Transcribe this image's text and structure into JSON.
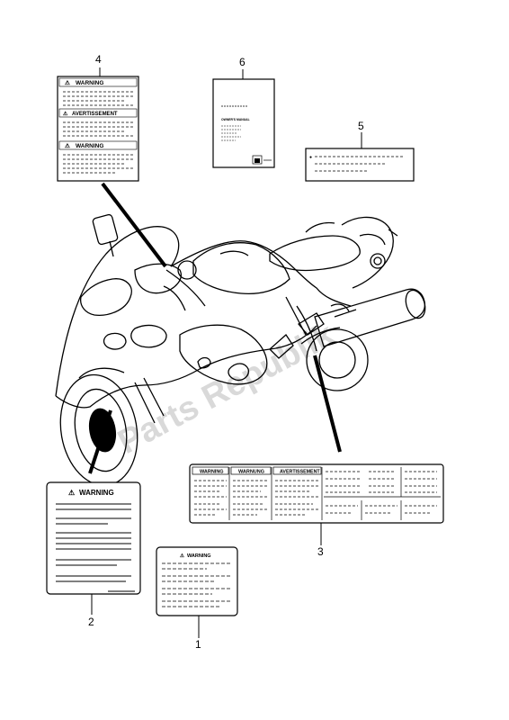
{
  "watermark": {
    "text": "Parts Republik"
  },
  "callouts": [
    {
      "id": "1",
      "text": "1"
    },
    {
      "id": "2",
      "text": "2"
    },
    {
      "id": "3",
      "text": "3"
    },
    {
      "id": "4",
      "text": "4"
    },
    {
      "id": "5",
      "text": "5"
    },
    {
      "id": "6",
      "text": "6"
    }
  ],
  "labels": {
    "label4": {
      "rows": [
        "WARNING",
        "AVERTISSEMENT",
        "WARNING"
      ]
    },
    "label6": {
      "title": "OWNER'S MANUAL"
    },
    "label2": {
      "title": "WARNING"
    },
    "label1": {
      "title": "WARNING"
    },
    "label3": {
      "headers": [
        "WARNING",
        "WARNUNG",
        "AVERTISSEMENT"
      ]
    }
  }
}
